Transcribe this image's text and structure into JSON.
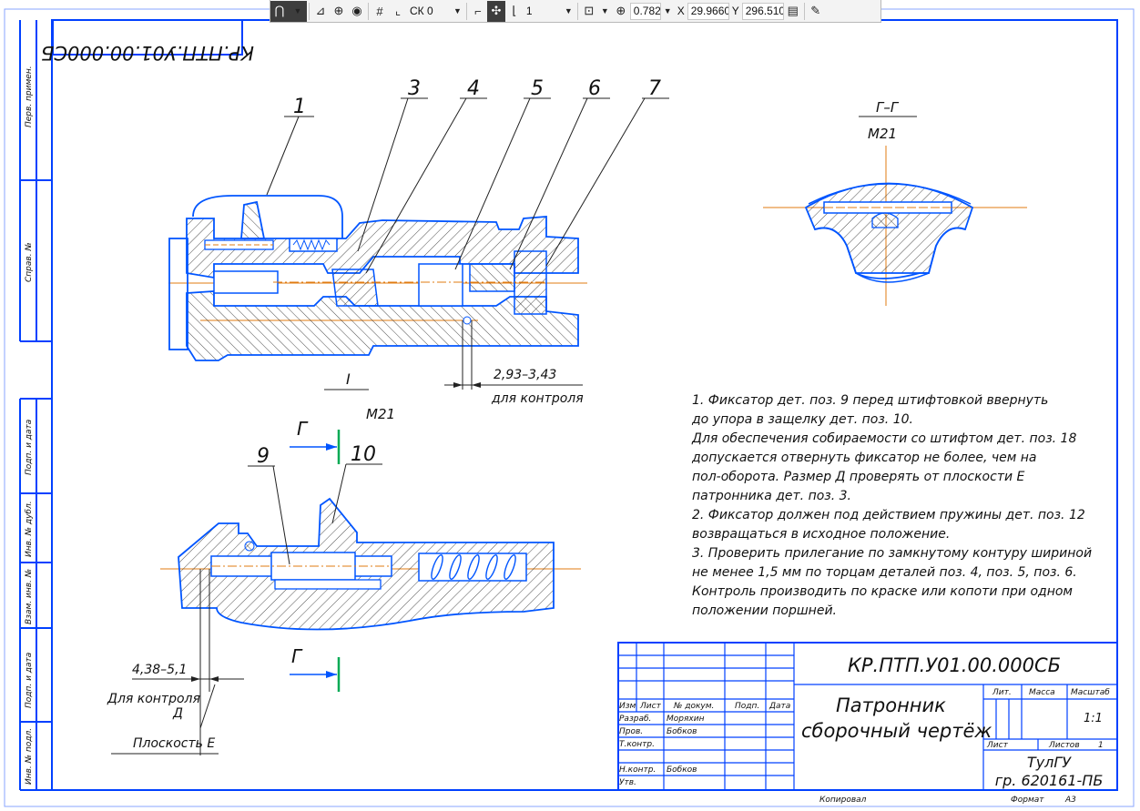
{
  "toolbar": {
    "coord_system": "СК 0",
    "layer": "1",
    "zoom": "0.782",
    "x_label": "X",
    "x_value": "29.9660",
    "y_label": "Y",
    "y_value": "296.5100"
  },
  "drawing": {
    "designation": "КР.ПТП.У01.00.000СБ",
    "title_line1": "Патронник",
    "title_line2": "сборочный чертёж",
    "position_labels": [
      "1",
      "3",
      "4",
      "5",
      "6",
      "7",
      "9",
      "10"
    ],
    "section_label": "Г–Г",
    "section_scale": "М21",
    "view_label": "I",
    "view_scale": "М21",
    "cut_letter": "Г",
    "dimension_1": "2,93–3,43",
    "dimension_1_note": "для контроля",
    "dimension_2": "4,38–5,1",
    "dimension_2_note_line1": "Для контроля",
    "dimension_2_note_line2": "Д",
    "plane_label": "Плоскость Е",
    "notes": [
      "1. Фиксатор дет. поз. 9 перед штифтовкой ввернуть",
      " до упора в защелку дет. поз. 10.",
      "Для обеспечения собираемости со штифтом дет. поз. 18",
      "допускается отвернуть фиксатор не более, чем на",
      "пол-оборота. Размер Д проверять от плоскости Е",
      "патронника дет. поз. 3.",
      "2. Фиксатор должен под действием пружины дет. поз. 12",
      "возвращаться в исходное положение.",
      "3. Проверить прилегание по замкнутому контуру шириной",
      "не менее 1,5 мм по торцам деталей поз. 4, поз. 5, поз. 6.",
      "Контроль производить по краске или копоти при одном",
      "положении поршней."
    ],
    "side_labels": [
      "Перв. примен.",
      "Справ. №",
      "Подп. и дата",
      "Инв. № дубл.",
      "Взам. инв. №",
      "Подп. и дата",
      "Инв. № подл."
    ]
  },
  "title_block": {
    "header_cols": [
      "Изм",
      "Лист",
      "№ докум.",
      "Подп.",
      "Дата"
    ],
    "rows": [
      {
        "role": "Разраб.",
        "name": "Моряхин"
      },
      {
        "role": "Пров.",
        "name": "Бобков"
      },
      {
        "role": "Т.контр.",
        "name": ""
      },
      {
        "role": "",
        "name": ""
      },
      {
        "role": "Н.контр.",
        "name": "Бобков"
      },
      {
        "role": "Утв.",
        "name": ""
      }
    ],
    "lit_label": "Лит.",
    "mass_label": "Масса",
    "scale_label": "Масштаб",
    "scale_value": "1:1",
    "sheet_label": "Лист",
    "sheets_label": "Листов",
    "sheets_value": "1",
    "org_line1": "ТулГУ",
    "org_line2": "гр. 620161-ПБ",
    "copied_label": "Копировал",
    "format_label": "Формат",
    "format_value": "А3"
  },
  "colors": {
    "outline": "#0055ff",
    "axis": "#e07b10",
    "hatch": "#222222",
    "frame": "#0040ff",
    "cut_mark": "#00aa55"
  }
}
